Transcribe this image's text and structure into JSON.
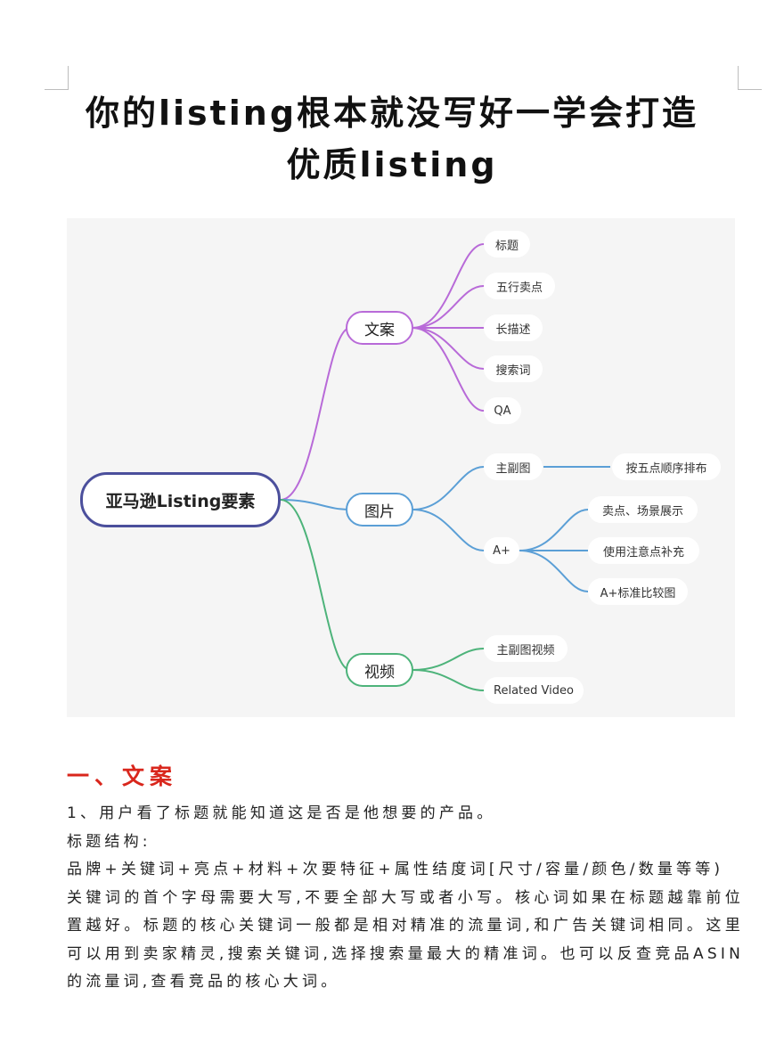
{
  "document": {
    "title_line1": "你的listing根本就没写好一学会打造",
    "title_line2": "优质listing"
  },
  "mindmap": {
    "root": "亚马逊Listing要素",
    "branches": [
      {
        "label": "文案",
        "color": "#b86ad8",
        "items": [
          "标题",
          "五行卖点",
          "长描述",
          "搜索词",
          "QA"
        ]
      },
      {
        "label": "图片",
        "color": "#5b9fd6",
        "items": [
          {
            "label": "主副图",
            "children": [
              "按五点顺序排布"
            ]
          },
          {
            "label": "A+",
            "children": [
              "卖点、场景展示",
              "使用注意点补充",
              "A+标准比较图"
            ]
          }
        ]
      },
      {
        "label": "视频",
        "color": "#4db37a",
        "items": [
          "主副图视频",
          "Related Video"
        ]
      }
    ]
  },
  "section": {
    "heading": "一、文案",
    "accent_color": "#d9261c",
    "paragraphs": [
      "1、用户看了标题就能知道这是否是他想要的产品。",
      "标题结构:",
      "品牌+关键词+亮点+材料+次要特征+属性结度词[尺寸/容量/颜色/数量等等)",
      "关键词的首个字母需要大写,不要全部大写或者小写。核心词如果在标题越靠前位置越好。标题的核心关键词一般都是相对精准的流量词,和广告关键词相同。这里可以用到卖家精灵,搜索关键词,选择搜索量最大的精准词。也可以反查竞品ASIN 的流量词,查看竞品的核心大词。"
    ]
  }
}
